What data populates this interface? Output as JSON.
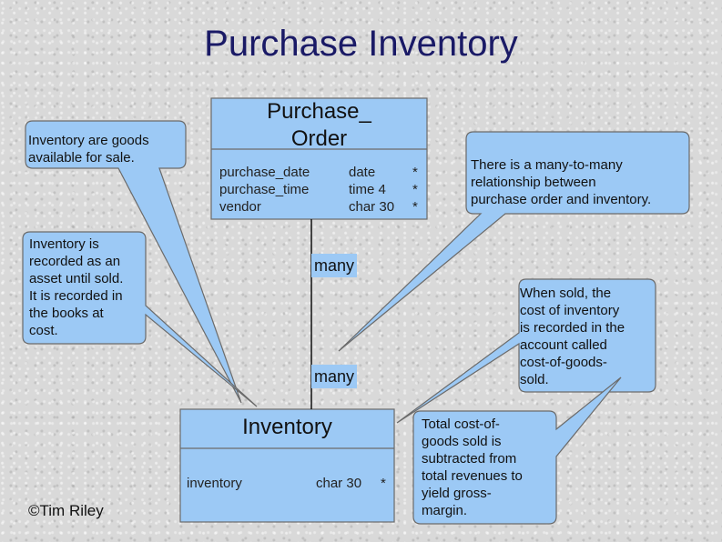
{
  "title": "Purchase Inventory",
  "colors": {
    "box_fill": "#9cc9f5",
    "box_stroke": "#6b6b6b",
    "title_color": "#1a1a66",
    "background": "#d9d9d9"
  },
  "purchase_order": {
    "name": "Purchase_ Order",
    "fields": "purchase_date\npurchase_time\nvendor",
    "types": "date\ntime 4\nchar 30",
    "keys": "*\n*\n*"
  },
  "inventory": {
    "name": "Inventory",
    "field": "inventory",
    "type": "char 30",
    "key": "*"
  },
  "relationship": {
    "top_label": "many",
    "bottom_label": "many"
  },
  "callouts": {
    "goods": "Inventory are goods\navailable for sale.",
    "asset": "Inventory is\nrecorded as an\nasset until sold.\nIt is recorded in\nthe books at\ncost.",
    "many_to_many": "There is a many-to-many\nrelationship between\npurchase order and inventory.",
    "when_sold": "When sold, the\ncost of inventory\nis recorded in the\naccount called\ncost-of-goods-\nsold.",
    "total_cost": "Total cost-of-\ngoods sold is\nsubtracted from\ntotal revenues to\nyield gross-\nmargin."
  },
  "credit": "©Tim Riley"
}
